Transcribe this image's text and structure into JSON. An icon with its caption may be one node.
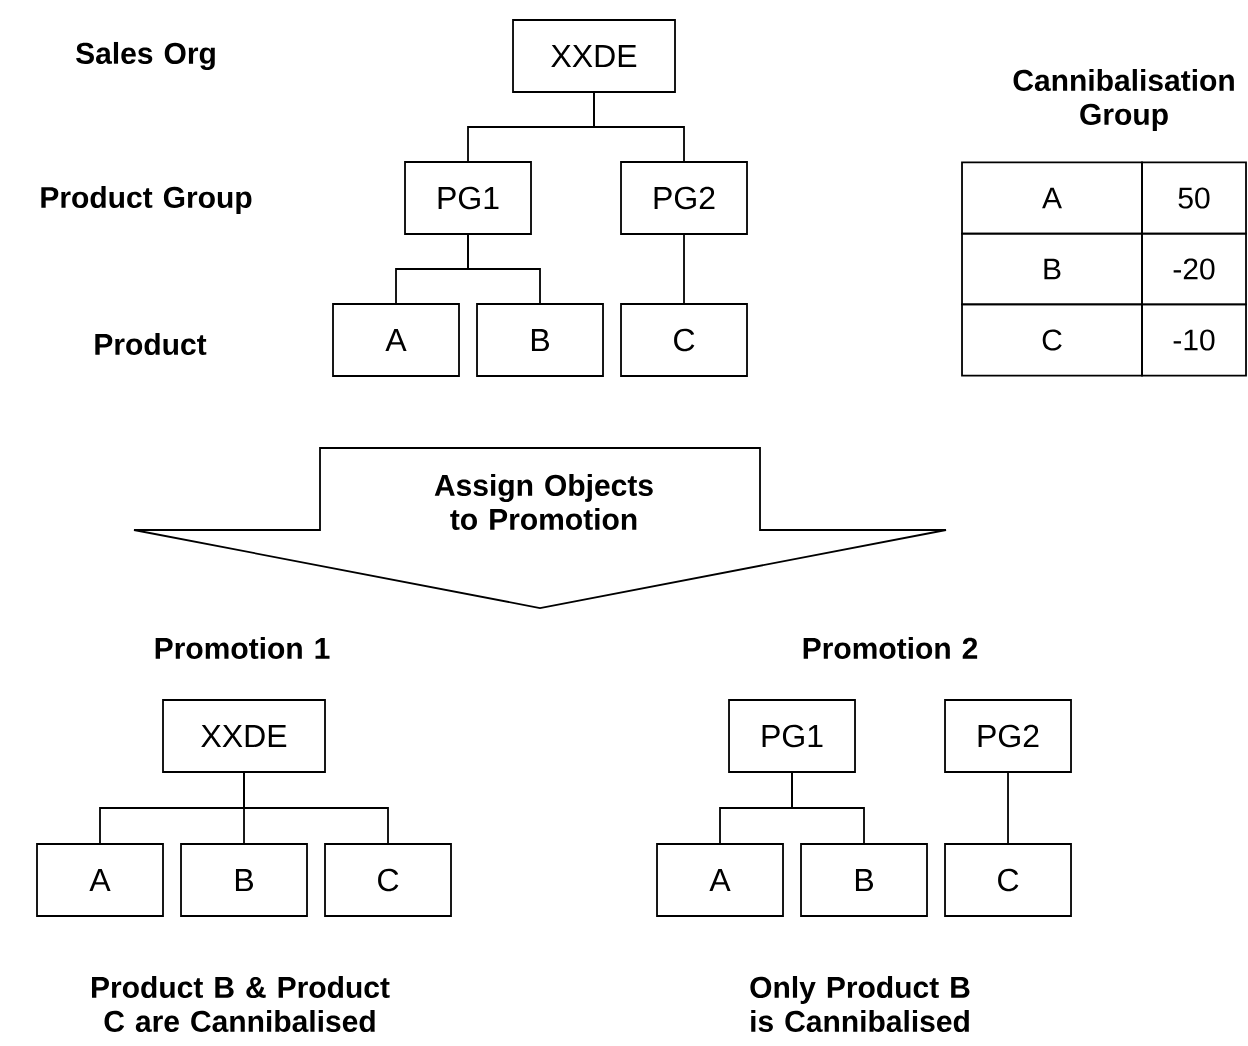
{
  "diagram": {
    "nodes": [
      {
        "text": [
          "XXDE"
        ]
      },
      {
        "text": [
          "PG1"
        ]
      },
      {
        "text": [
          "PG2"
        ]
      },
      {
        "text": [
          "A"
        ]
      },
      {
        "text": [
          "B"
        ]
      },
      {
        "text": [
          "C"
        ]
      },
      {
        "text": [
          "Assign Objects to Promotion"
        ]
      },
      {
        "text": [
          "XXDE"
        ]
      },
      {
        "text": [
          "PG1"
        ]
      },
      {
        "text": [
          "PG2"
        ]
      },
      {
        "text": [
          "A"
        ]
      },
      {
        "text": [
          "B"
        ]
      },
      {
        "text": [
          "C"
        ]
      },
      {
        "text": [
          "A"
        ]
      },
      {
        "text": [
          "B"
        ]
      },
      {
        "text": [
          "C"
        ]
      }
    ],
    "edges": [
      {
        "from": 0,
        "to": 1,
        "arrow": "none"
      },
      {
        "from": 0,
        "to": 2,
        "arrow": "none"
      },
      {
        "from": 1,
        "to": 3,
        "arrow": "none"
      },
      {
        "from": 1,
        "to": 4,
        "arrow": "none"
      },
      {
        "from": 2,
        "to": 5,
        "arrow": "none"
      },
      {
        "from": 7,
        "to": 10,
        "arrow": "none"
      },
      {
        "from": 7,
        "to": 11,
        "arrow": "none"
      },
      {
        "from": 7,
        "to": 12,
        "arrow": "none"
      },
      {
        "from": 8,
        "to": 13,
        "arrow": "none"
      },
      {
        "from": 8,
        "to": 14,
        "arrow": "none"
      },
      {
        "from": 9,
        "to": 15,
        "arrow": "none"
      }
    ],
    "labels": [
      "Sales Org",
      "Cannibalisation Group",
      "Product Group",
      "A",
      "50",
      "B",
      "-20",
      "Product",
      "C",
      "-10",
      "Promotion 1",
      "Promotion 2",
      "Product B & Product C are Cannibalised",
      "Only Product B is Cannibalised"
    ]
  }
}
